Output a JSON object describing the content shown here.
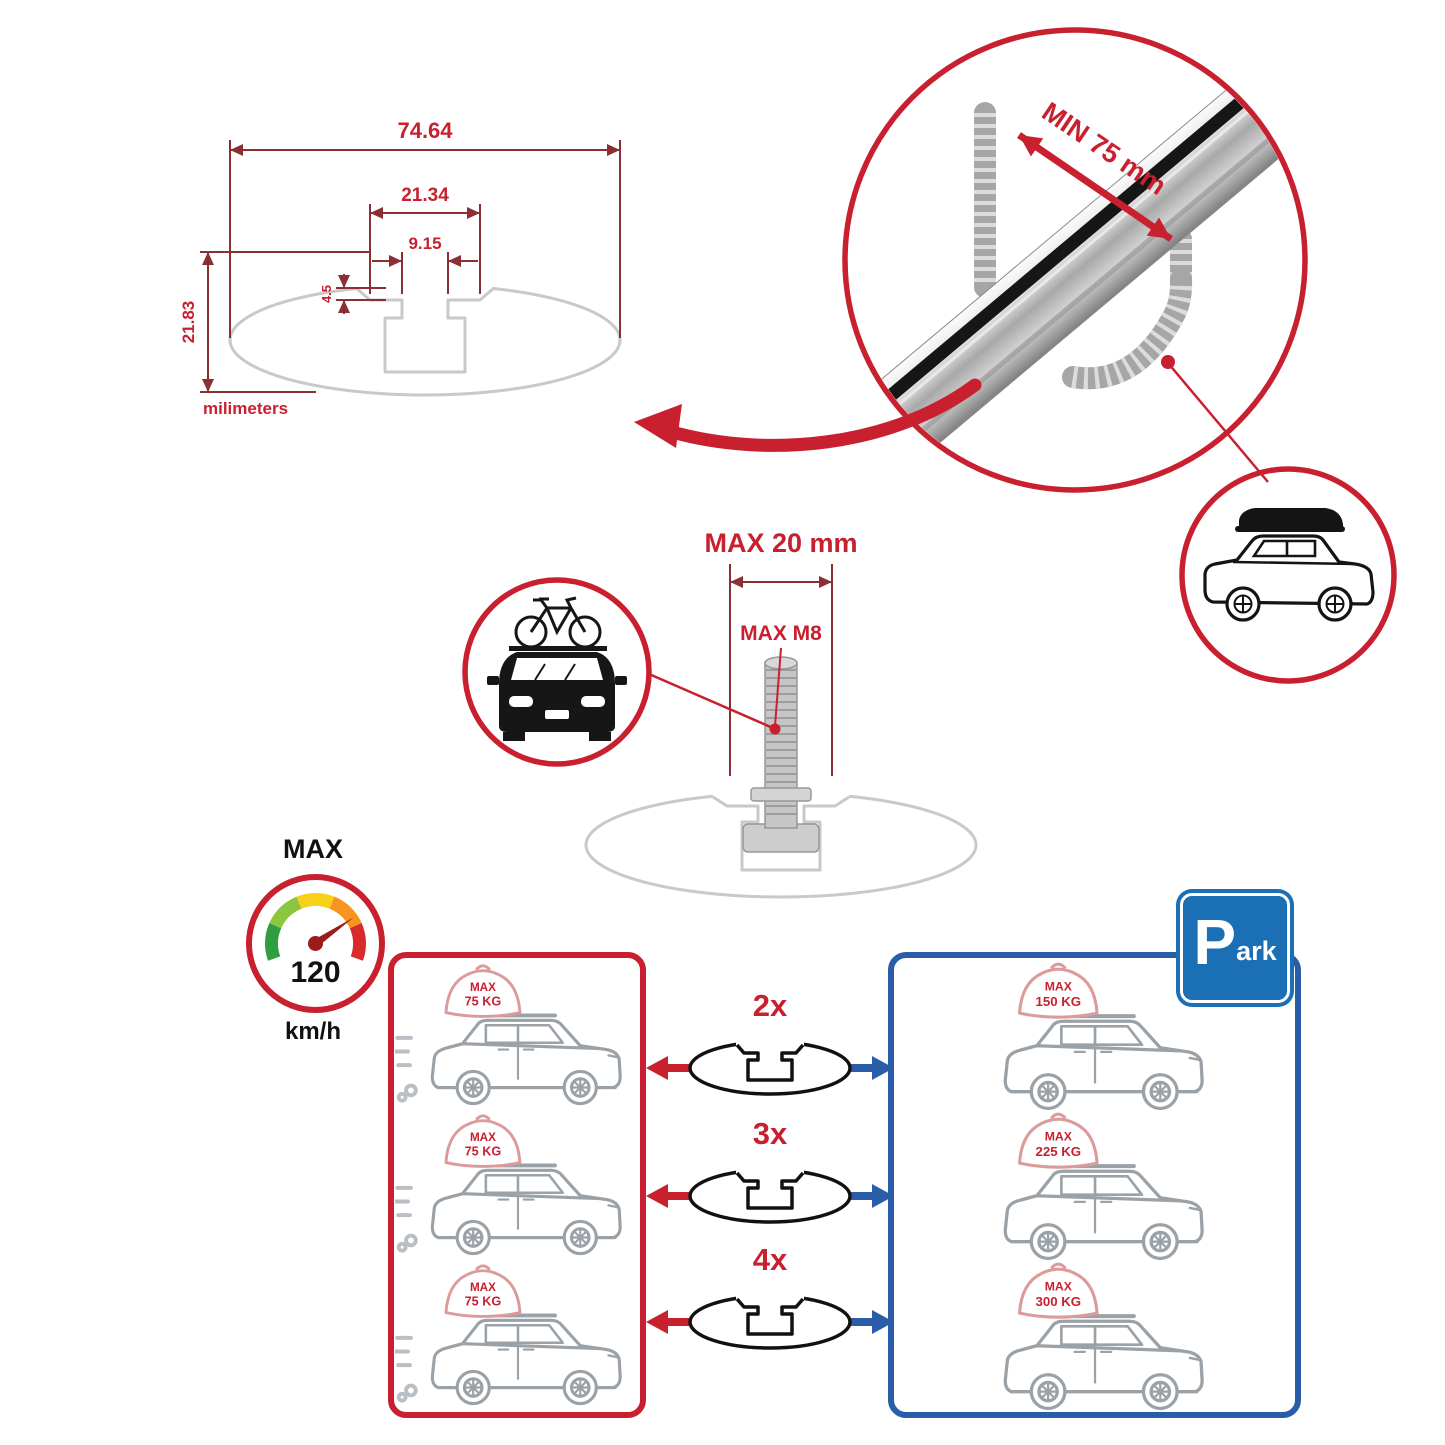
{
  "colors": {
    "accent_red": "#c8202f",
    "dimension_line": "#8a3033",
    "accent_blue": "#2a5da8",
    "sign_blue": "#1a6fb5",
    "profile_grey": "#c9c9c9",
    "car_art_grey": "#9aa1a7"
  },
  "dimension_diagram": {
    "total_width": "74.64",
    "channel_width": "21.34",
    "slot_width": "9.15",
    "step_depth": "4.5",
    "total_height": "21.83",
    "units": "milimeters"
  },
  "bar_callout": {
    "min_label": "MIN 75 mm"
  },
  "bolt_callout": {
    "max_length": "MAX 20 mm",
    "max_thread": "MAX M8"
  },
  "speed_limit": {
    "title": "MAX",
    "value": "120",
    "unit": "km/h"
  },
  "bar_counts": [
    {
      "label": "2x"
    },
    {
      "label": "3x"
    },
    {
      "label": "4x"
    }
  ],
  "left_panel": {
    "cars": [
      {
        "max": "MAX",
        "weight": "75 KG"
      },
      {
        "max": "MAX",
        "weight": "75 KG"
      },
      {
        "max": "MAX",
        "weight": "75 KG"
      }
    ]
  },
  "right_panel": {
    "cars": [
      {
        "max": "MAX",
        "weight": "150 KG"
      },
      {
        "max": "MAX",
        "weight": "225 KG"
      },
      {
        "max": "MAX",
        "weight": "300 KG"
      }
    ],
    "park_sign": {
      "p": "P",
      "ark": "ark"
    }
  }
}
